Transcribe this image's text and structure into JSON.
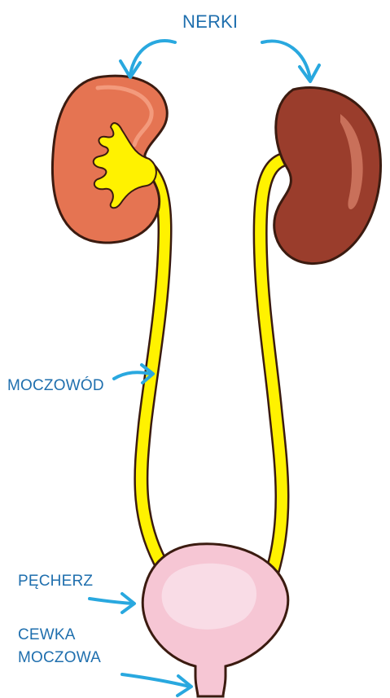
{
  "labels": {
    "kidneys": "NERKI",
    "ureter": "MOCZOWÓD",
    "bladder": "PĘCHERZ",
    "urethra_line1": "CEWKA",
    "urethra_line2": "MOCZOWA"
  },
  "colors": {
    "label_text": "#1f6fae",
    "arrow": "#29a8df",
    "left_kidney": "#e57452",
    "right_kidney": "#9a3d2c",
    "ureter": "#fff200",
    "bladder": "#f6c6d4",
    "outline": "#3b1b10"
  }
}
